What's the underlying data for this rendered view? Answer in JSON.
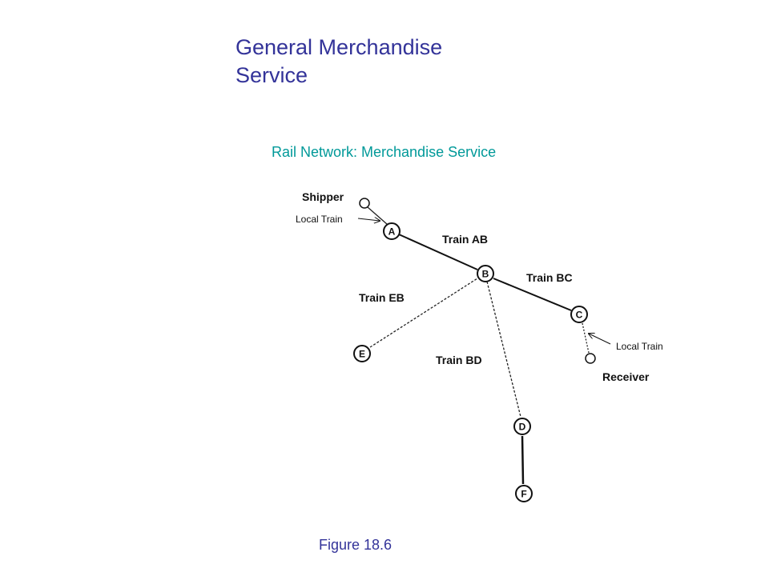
{
  "slide": {
    "title_line1": "General Merchandise",
    "title_line2": "Service",
    "figure_caption": "Figure 18.6"
  },
  "diagram": {
    "title": "Rail Network: Merchandise Service",
    "nodes": {
      "A": "A",
      "B": "B",
      "C": "C",
      "D": "D",
      "E": "E",
      "F": "F"
    },
    "labels": {
      "shipper": "Shipper",
      "receiver": "Receiver",
      "local_train_top": "Local Train",
      "local_train_right": "Local Train",
      "train_ab": "Train AB",
      "train_bc": "Train BC",
      "train_eb": "Train EB",
      "train_bd": "Train BD"
    }
  }
}
